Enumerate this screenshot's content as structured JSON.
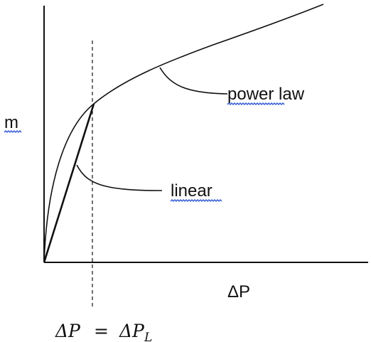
{
  "y_axis_label": "m",
  "x_axis_label": "ΔP",
  "curve_labels": {
    "power_law": "power law",
    "linear": "linear"
  },
  "marker_label": {
    "lhs": "ΔP",
    "eq": "=",
    "rhs_main": "ΔP",
    "rhs_sub": "L"
  },
  "colors": {
    "ink": "#111111",
    "spellcheck_underline": "#2c56d6"
  }
}
